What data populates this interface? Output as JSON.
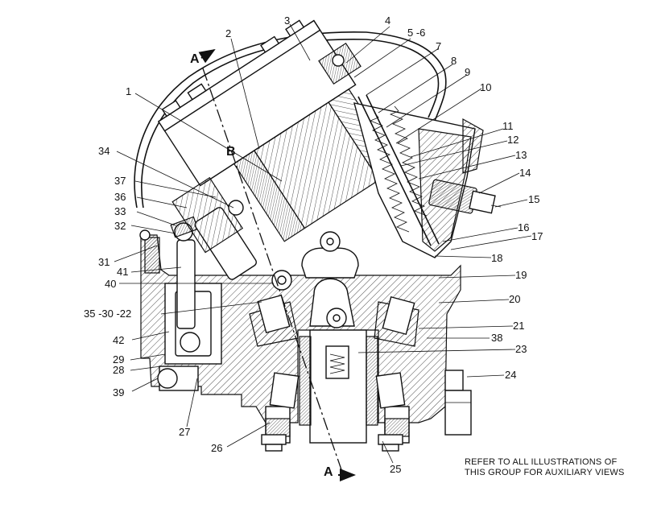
{
  "callouts": [
    {
      "id": "c1",
      "text": "1"
    },
    {
      "id": "c2",
      "text": "2"
    },
    {
      "id": "c3",
      "text": "3"
    },
    {
      "id": "c4",
      "text": "4"
    },
    {
      "id": "c5",
      "text": "5 -6"
    },
    {
      "id": "c7",
      "text": "7"
    },
    {
      "id": "c8",
      "text": "8"
    },
    {
      "id": "c9",
      "text": "9"
    },
    {
      "id": "c10",
      "text": "10"
    },
    {
      "id": "c11",
      "text": "11"
    },
    {
      "id": "c12",
      "text": "12"
    },
    {
      "id": "c13",
      "text": "13"
    },
    {
      "id": "c14",
      "text": "14"
    },
    {
      "id": "c15",
      "text": "15"
    },
    {
      "id": "c16",
      "text": "16"
    },
    {
      "id": "c17",
      "text": "17"
    },
    {
      "id": "c18",
      "text": "18"
    },
    {
      "id": "c19",
      "text": "19"
    },
    {
      "id": "c20",
      "text": "20"
    },
    {
      "id": "c21",
      "text": "21"
    },
    {
      "id": "c38",
      "text": "38"
    },
    {
      "id": "c23",
      "text": "23"
    },
    {
      "id": "c24",
      "text": "24"
    },
    {
      "id": "c25",
      "text": "25"
    },
    {
      "id": "c26",
      "text": "26"
    },
    {
      "id": "c27",
      "text": "27"
    },
    {
      "id": "c39",
      "text": "39"
    },
    {
      "id": "c28",
      "text": "28"
    },
    {
      "id": "c29",
      "text": "29"
    },
    {
      "id": "c42",
      "text": "42"
    },
    {
      "id": "c35",
      "text": "35 -30 -22"
    },
    {
      "id": "c40",
      "text": "40"
    },
    {
      "id": "c41",
      "text": "41"
    },
    {
      "id": "c31",
      "text": "31"
    },
    {
      "id": "c32",
      "text": "32"
    },
    {
      "id": "c33",
      "text": "33"
    },
    {
      "id": "c36",
      "text": "36"
    },
    {
      "id": "c37",
      "text": "37"
    },
    {
      "id": "c34",
      "text": "34"
    }
  ],
  "section_marks": {
    "top": "A",
    "bottom": "A",
    "detail": "B"
  },
  "note": {
    "line1": "REFER TO ALL ILLUSTRATIONS OF",
    "line2": "THIS GROUP FOR AUXILIARY VIEWS"
  }
}
